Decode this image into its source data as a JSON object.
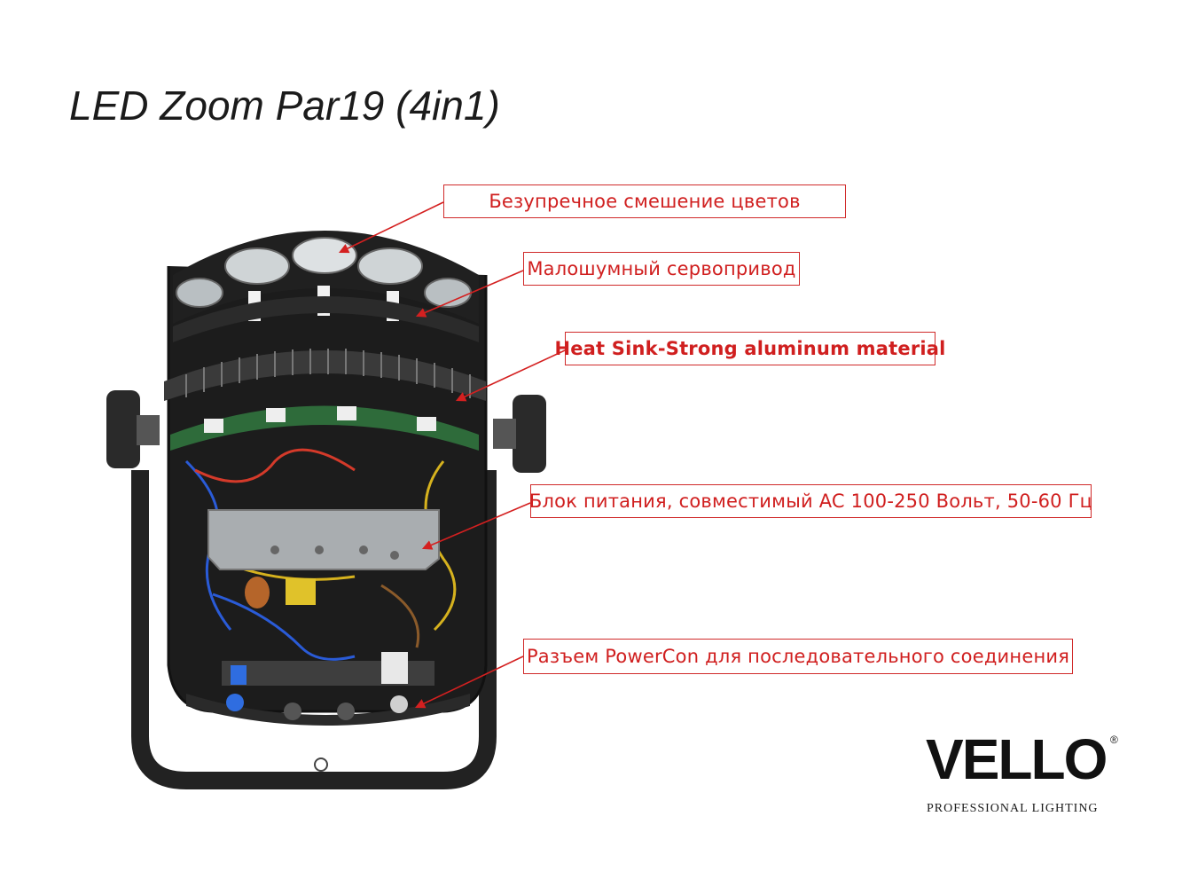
{
  "title": "LED Zoom Par19 (4in1)",
  "callouts": [
    {
      "id": "color-mixing",
      "text": "Безупречное смешение цветов"
    },
    {
      "id": "servo",
      "text": "Малошумный сервопривод"
    },
    {
      "id": "heat-sink",
      "text": "Heat Sink-Strong aluminum material"
    },
    {
      "id": "power-supply",
      "text": "Блок питания, совместимый AC 100-250 Вольт, 50-60 Гц"
    },
    {
      "id": "powercon",
      "text": "Разъем PowerCon для последовательного соединения"
    }
  ],
  "logo": {
    "brand": "VELLO",
    "registered": "®",
    "tagline": "PROFESSIONAL LIGHTING"
  },
  "colors": {
    "callout_red": "#d01f1f",
    "arrow_red": "#d42020",
    "body_black": "#1c1c1c",
    "pcb_green": "#2e6b3a"
  }
}
